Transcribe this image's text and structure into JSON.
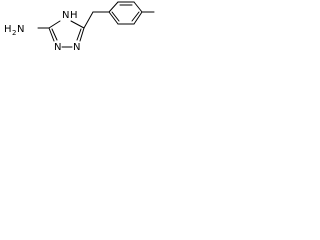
{
  "molecule": {
    "amine_label": "H",
    "amine_subscript": "2",
    "amine_n": "N",
    "nh_h": "H",
    "nh_n": "N",
    "ring_n_bottom_left": "N",
    "ring_n_bottom_right": "N"
  }
}
